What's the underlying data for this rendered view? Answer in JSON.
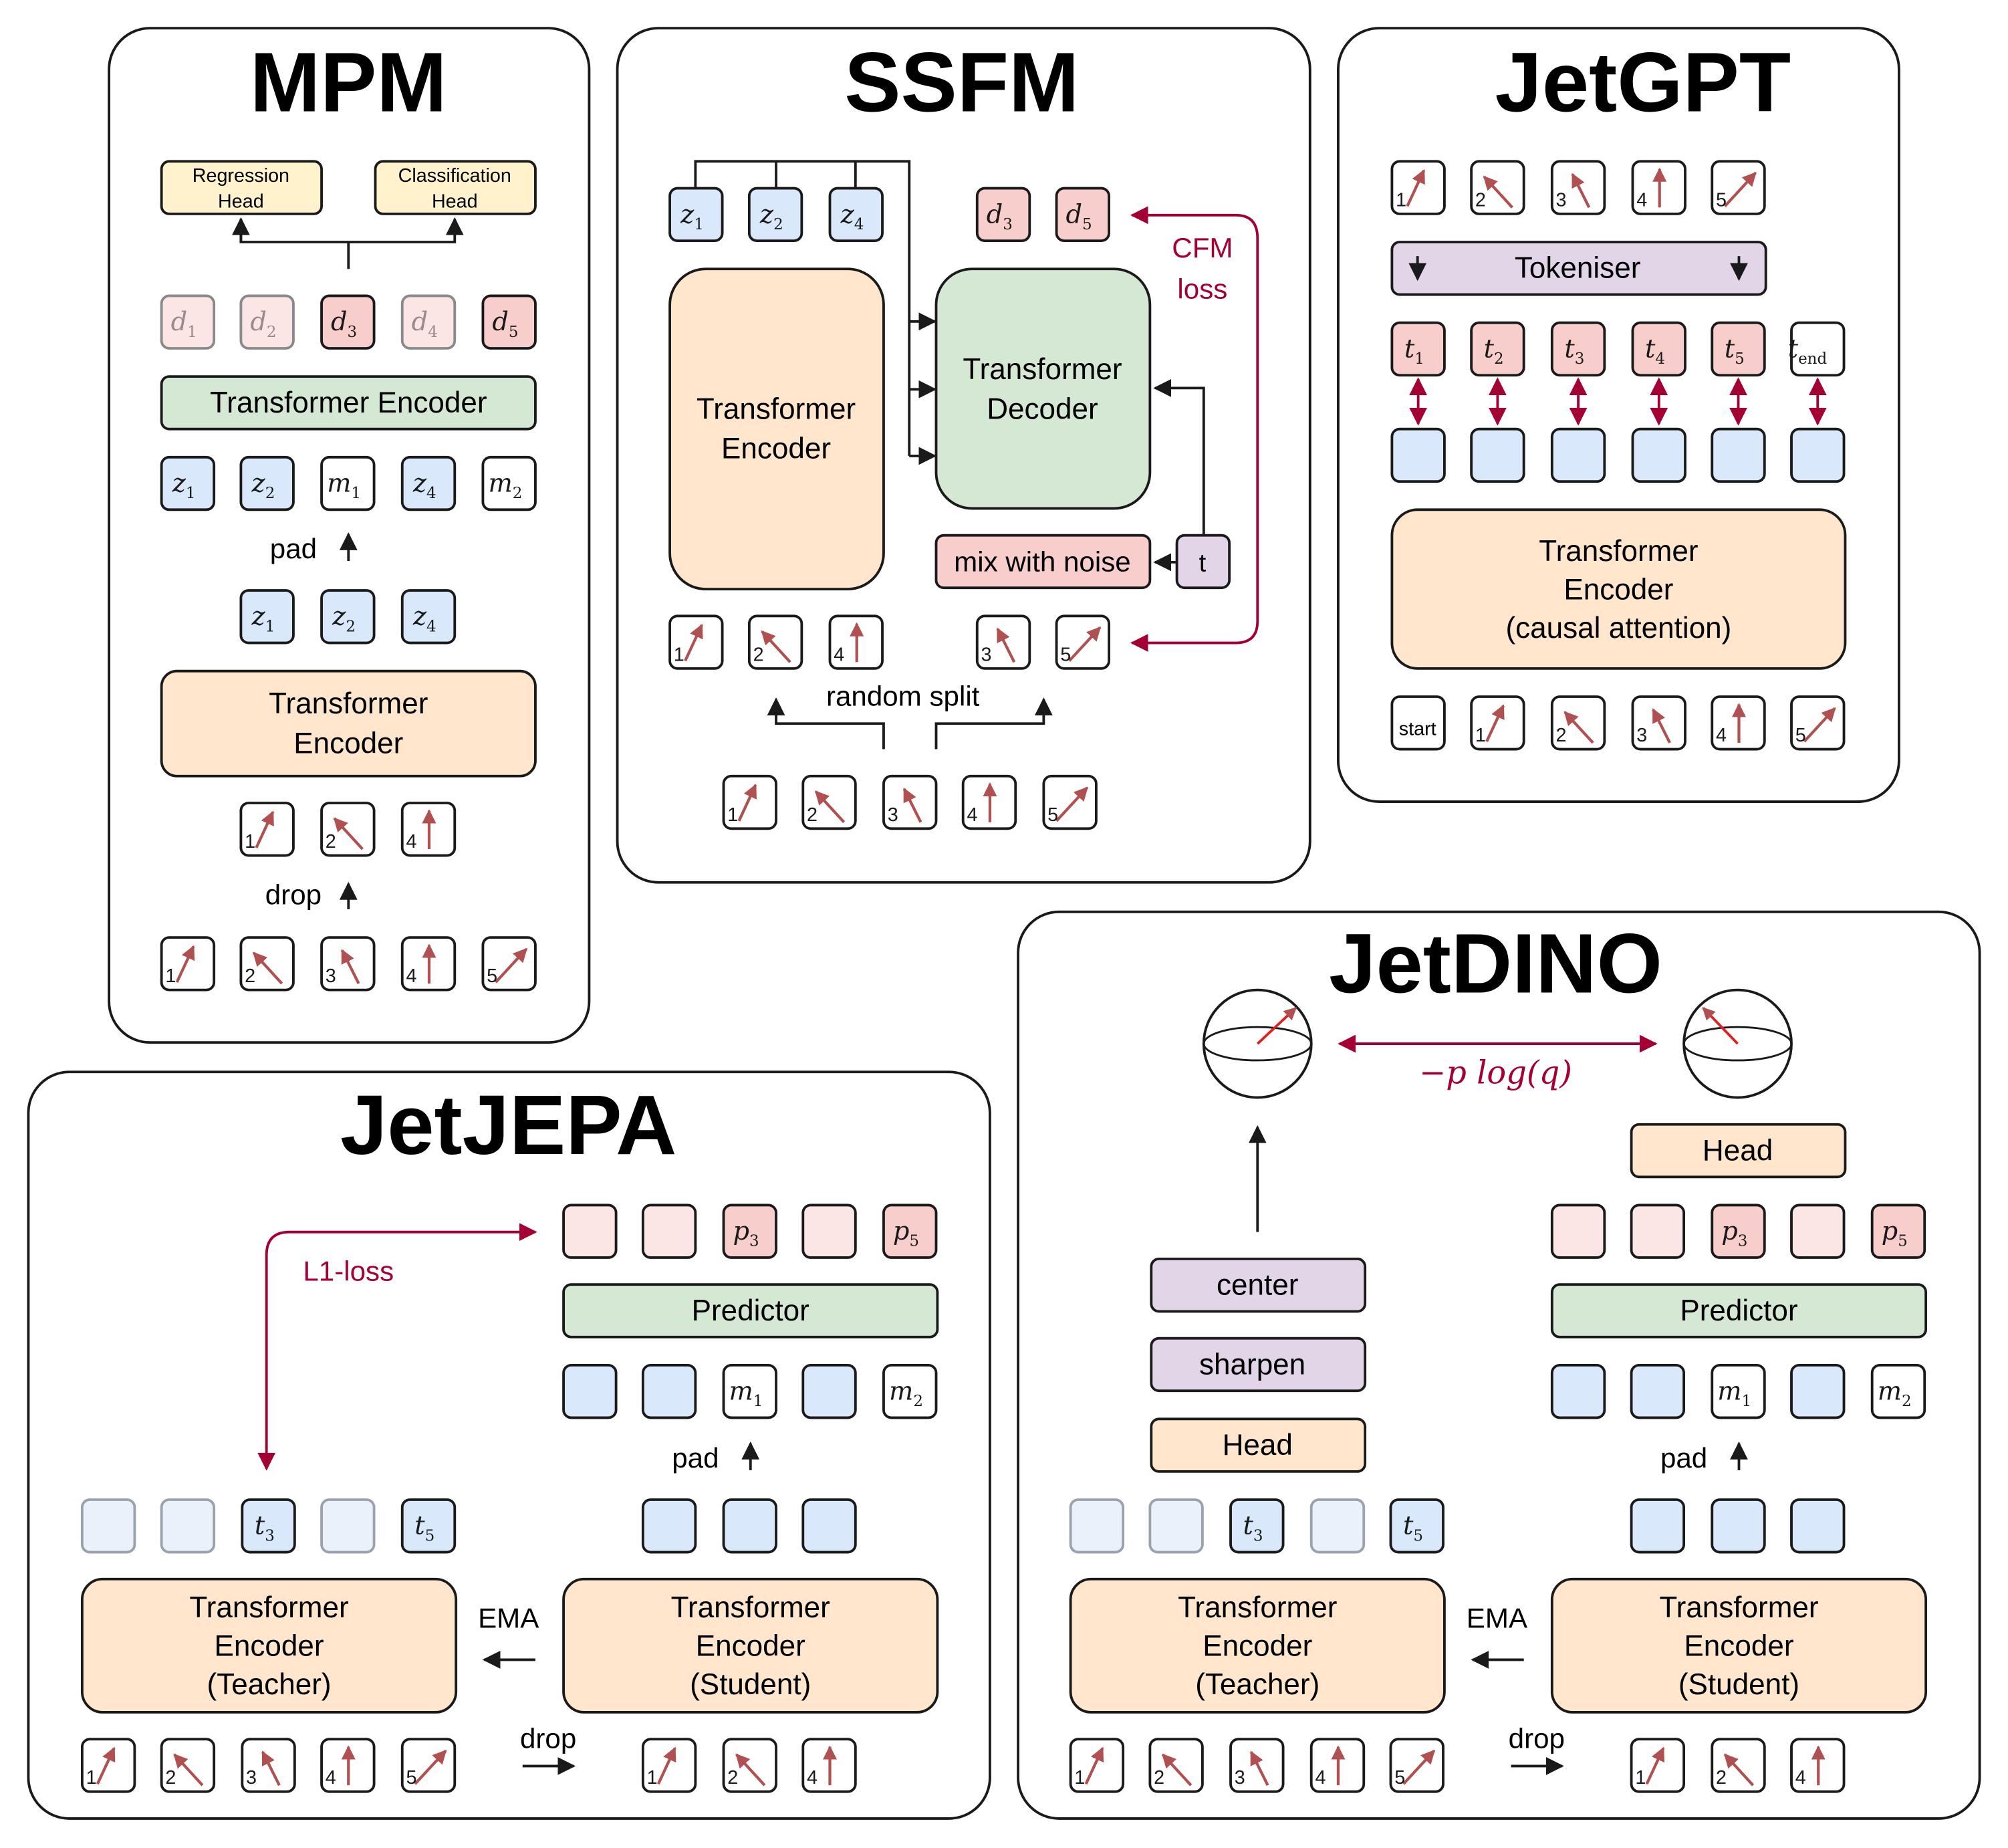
{
  "panels": {
    "mpm": {
      "title": "MPM",
      "regression_head": [
        "Regression",
        "Head"
      ],
      "classification_head": [
        "Classification",
        "Head"
      ],
      "transformer_encoder_top": "Transformer Encoder",
      "transformer_encoder_bottom": [
        "Transformer",
        "Encoder"
      ],
      "pad_label": "pad",
      "drop_label": "drop",
      "decoded_tokens": [
        {
          "sym": "d",
          "sub": "1",
          "style": "faded"
        },
        {
          "sym": "d",
          "sub": "2",
          "style": "faded"
        },
        {
          "sym": "d",
          "sub": "3",
          "style": "red"
        },
        {
          "sym": "d",
          "sub": "4",
          "style": "faded"
        },
        {
          "sym": "d",
          "sub": "5",
          "style": "red"
        }
      ],
      "padded_tokens": [
        {
          "sym": "z",
          "sub": "1",
          "style": "blue"
        },
        {
          "sym": "z",
          "sub": "2",
          "style": "blue"
        },
        {
          "sym": "m",
          "sub": "1",
          "style": "white"
        },
        {
          "sym": "z",
          "sub": "4",
          "style": "blue"
        },
        {
          "sym": "m",
          "sub": "2",
          "style": "white"
        }
      ],
      "latent_tokens": [
        {
          "sym": "z",
          "sub": "1",
          "style": "blue"
        },
        {
          "sym": "z",
          "sub": "2",
          "style": "blue"
        },
        {
          "sym": "z",
          "sub": "4",
          "style": "blue"
        }
      ],
      "kept_particles": [
        "1",
        "2",
        "4"
      ],
      "all_particles": [
        "1",
        "2",
        "3",
        "4",
        "5"
      ]
    },
    "ssfm": {
      "title": "SSFM",
      "context_tokens": [
        {
          "sym": "z",
          "sub": "1",
          "style": "blue"
        },
        {
          "sym": "z",
          "sub": "2",
          "style": "blue"
        },
        {
          "sym": "z",
          "sub": "4",
          "style": "blue"
        }
      ],
      "target_tokens": [
        {
          "sym": "d",
          "sub": "3",
          "style": "red"
        },
        {
          "sym": "d",
          "sub": "5",
          "style": "red"
        }
      ],
      "encoder": [
        "Transformer",
        "Encoder"
      ],
      "decoder": [
        "Transformer",
        "Decoder"
      ],
      "loss_label": [
        "CFM",
        "loss"
      ],
      "mix_with_noise": "mix with noise",
      "time_token": "t",
      "random_split": "random split",
      "context_particles": [
        "1",
        "2",
        "4"
      ],
      "target_particles": [
        "3",
        "5"
      ],
      "all_particles": [
        "1",
        "2",
        "3",
        "4",
        "5"
      ]
    },
    "jetgpt": {
      "title": "JetGPT",
      "input_particles": [
        "1",
        "2",
        "3",
        "4",
        "5"
      ],
      "tokeniser": "Tokeniser",
      "tokens": [
        {
          "sym": "t",
          "sub": "1",
          "style": "red"
        },
        {
          "sym": "t",
          "sub": "2",
          "style": "red"
        },
        {
          "sym": "t",
          "sub": "3",
          "style": "red"
        },
        {
          "sym": "t",
          "sub": "4",
          "style": "red"
        },
        {
          "sym": "t",
          "sub": "5",
          "style": "red"
        },
        {
          "sym": "t",
          "sub": "end",
          "style": "white"
        }
      ],
      "encoder": [
        "Transformer",
        "Encoder",
        "(causal attention)"
      ],
      "start_token": "start",
      "shifted_particles": [
        "1",
        "2",
        "3",
        "4",
        "5"
      ]
    },
    "jetjepa": {
      "title": "JetJEPA",
      "loss_label": "L1-loss",
      "predicted_tokens": [
        {
          "sym": "",
          "sub": "",
          "style": "faded"
        },
        {
          "sym": "",
          "sub": "",
          "style": "faded"
        },
        {
          "sym": "p",
          "sub": "3",
          "style": "red"
        },
        {
          "sym": "",
          "sub": "",
          "style": "faded"
        },
        {
          "sym": "p",
          "sub": "5",
          "style": "red"
        }
      ],
      "predictor": "Predictor",
      "padded_tokens": [
        {
          "sym": "",
          "sub": "",
          "style": "blue"
        },
        {
          "sym": "",
          "sub": "",
          "style": "blue"
        },
        {
          "sym": "m",
          "sub": "1",
          "style": "white"
        },
        {
          "sym": "",
          "sub": "",
          "style": "blue"
        },
        {
          "sym": "m",
          "sub": "2",
          "style": "white"
        }
      ],
      "pad_label": "pad",
      "student_tokens_count": 3,
      "teacher_tokens": [
        {
          "sym": "",
          "sub": "",
          "style": "paleblue"
        },
        {
          "sym": "",
          "sub": "",
          "style": "paleblue"
        },
        {
          "sym": "t",
          "sub": "3",
          "style": "blue"
        },
        {
          "sym": "",
          "sub": "",
          "style": "paleblue"
        },
        {
          "sym": "t",
          "sub": "5",
          "style": "blue"
        }
      ],
      "teacher_encoder": [
        "Transformer",
        "Encoder",
        "(Teacher)"
      ],
      "student_encoder": [
        "Transformer",
        "Encoder",
        "(Student)"
      ],
      "ema_label": "EMA",
      "drop_label": "drop",
      "teacher_particles": [
        "1",
        "2",
        "3",
        "4",
        "5"
      ],
      "student_particles": [
        "1",
        "2",
        "4"
      ]
    },
    "jetdino": {
      "title": "JetDINO",
      "loss_label": "−p log(q)",
      "center": "center",
      "sharpen": "sharpen",
      "teacher_head": "Head",
      "student_head": "Head",
      "predicted_tokens": [
        {
          "sym": "",
          "sub": "",
          "style": "faded"
        },
        {
          "sym": "",
          "sub": "",
          "style": "faded"
        },
        {
          "sym": "p",
          "sub": "3",
          "style": "red"
        },
        {
          "sym": "",
          "sub": "",
          "style": "faded"
        },
        {
          "sym": "p",
          "sub": "5",
          "style": "red"
        }
      ],
      "predictor": "Predictor",
      "padded_tokens": [
        {
          "sym": "",
          "sub": "",
          "style": "blue"
        },
        {
          "sym": "",
          "sub": "",
          "style": "blue"
        },
        {
          "sym": "m",
          "sub": "1",
          "style": "white"
        },
        {
          "sym": "",
          "sub": "",
          "style": "blue"
        },
        {
          "sym": "m",
          "sub": "2",
          "style": "white"
        }
      ],
      "pad_label": "pad",
      "student_tokens_count": 3,
      "teacher_tokens": [
        {
          "sym": "",
          "sub": "",
          "style": "paleblue"
        },
        {
          "sym": "",
          "sub": "",
          "style": "paleblue"
        },
        {
          "sym": "t",
          "sub": "3",
          "style": "blue"
        },
        {
          "sym": "",
          "sub": "",
          "style": "paleblue"
        },
        {
          "sym": "t",
          "sub": "5",
          "style": "blue"
        }
      ],
      "teacher_encoder": [
        "Transformer",
        "Encoder",
        "(Teacher)"
      ],
      "student_encoder": [
        "Transformer",
        "Encoder",
        "(Student)"
      ],
      "ema_label": "EMA",
      "drop_label": "drop",
      "teacher_particles": [
        "1",
        "2",
        "3",
        "4",
        "5"
      ],
      "student_particles": [
        "1",
        "2",
        "4"
      ]
    }
  },
  "colors": {
    "outline": "#1a1a1a",
    "blue_fill": "#dae8fc",
    "pale_blue_fill": "#eaf1fb",
    "red_fill": "#f8cecc",
    "faded_red_fill": "#fbe6e5",
    "orange_fill": "#ffe6cc",
    "green_fill": "#d5e8d4",
    "purple_fill": "#e1d5e7",
    "yellow_fill": "#fff2cc",
    "crimson": "#a50034",
    "particle_arrow": "#b05050"
  }
}
